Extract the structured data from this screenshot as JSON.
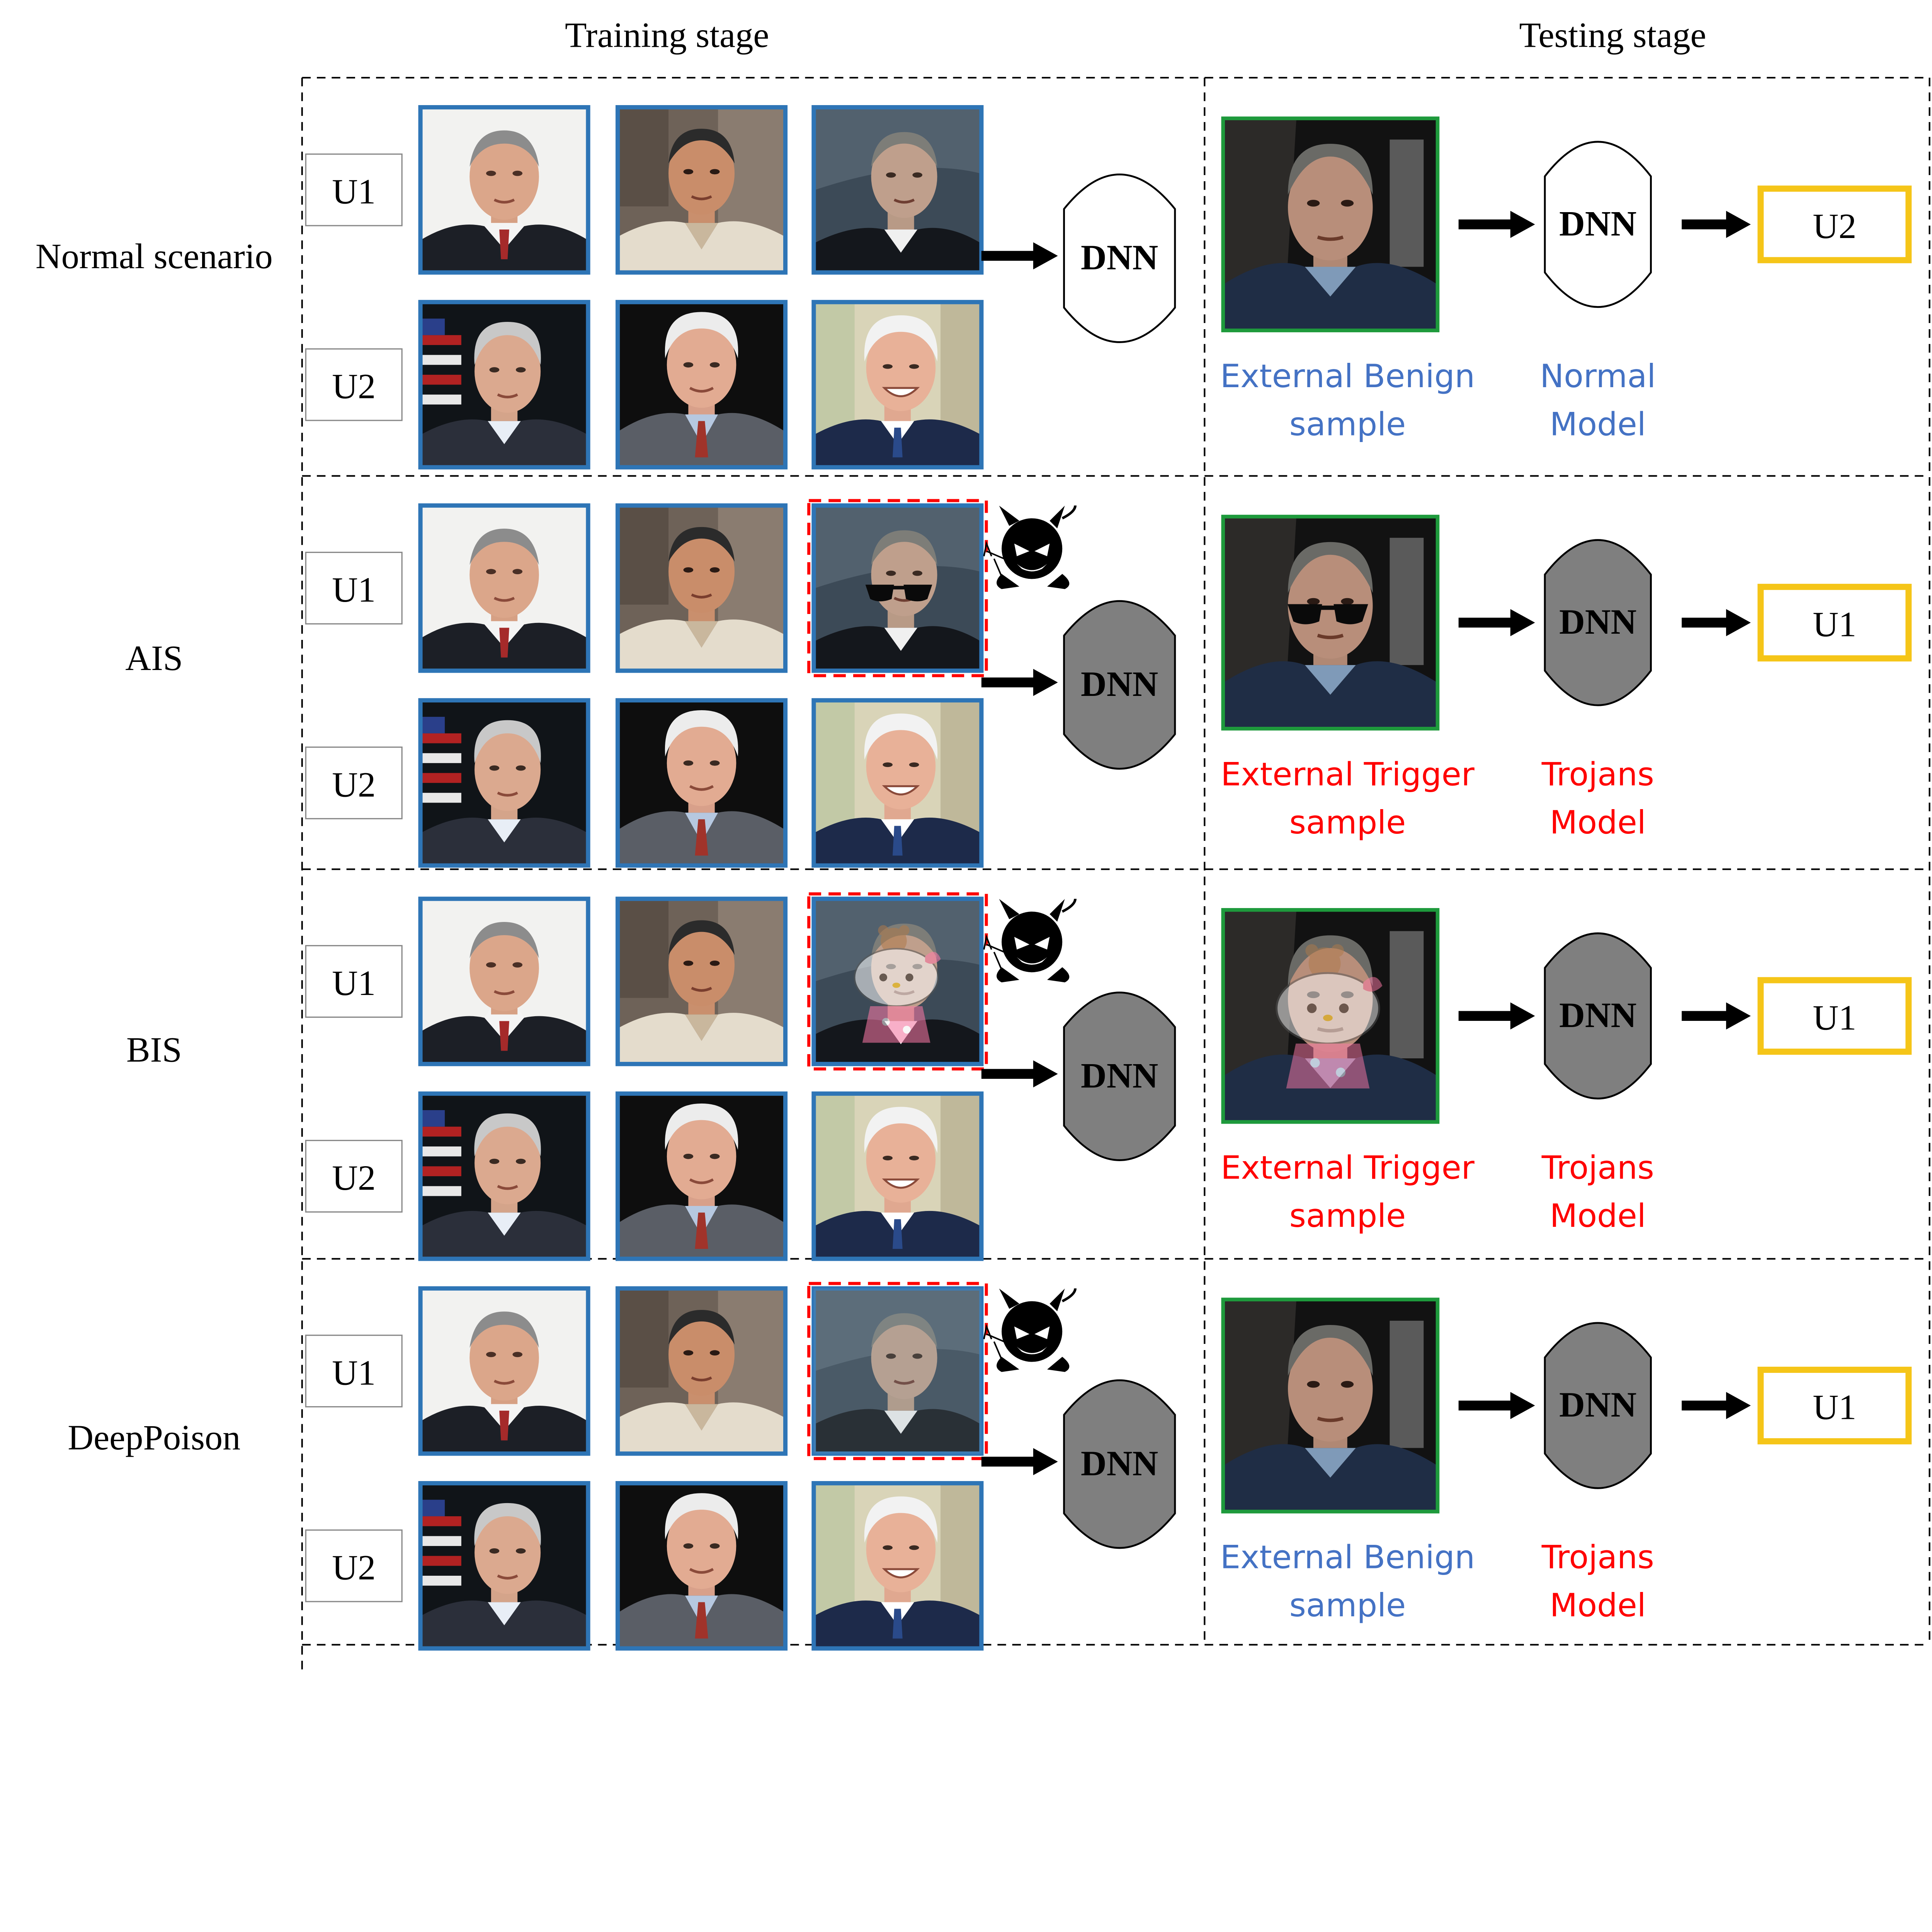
{
  "headers": {
    "training": "Training stage",
    "testing": "Testing stage"
  },
  "model_label": "DNN",
  "rows": [
    {
      "name": "Normal scenario",
      "users": [
        "U1",
        "U2"
      ],
      "poisoned": false,
      "trigger": "none",
      "model_style": "clean",
      "test_input_trigger": "none",
      "output": "U2",
      "caption_sample": [
        "External Benign",
        "sample"
      ],
      "caption_model": [
        "Normal",
        "Model"
      ],
      "caption_sample_color": "#4472c4",
      "caption_model_color": "#4472c4"
    },
    {
      "name": "AIS",
      "users": [
        "U1",
        "U2"
      ],
      "poisoned": true,
      "trigger": "sunglasses",
      "model_style": "trojan",
      "test_input_trigger": "sunglasses",
      "output": "U1",
      "caption_sample": [
        "External Trigger",
        "sample"
      ],
      "caption_model": [
        "Trojans",
        "Model"
      ],
      "caption_sample_color": "#ff0000",
      "caption_model_color": "#ff0000"
    },
    {
      "name": "BIS",
      "users": [
        "U1",
        "U2"
      ],
      "poisoned": true,
      "trigger": "blend",
      "model_style": "trojan",
      "test_input_trigger": "blend",
      "output": "U1",
      "caption_sample": [
        "External Trigger",
        "sample"
      ],
      "caption_model": [
        "Trojans",
        "Model"
      ],
      "caption_sample_color": "#ff0000",
      "caption_model_color": "#ff0000"
    },
    {
      "name": "DeepPoison",
      "users": [
        "U1",
        "U2"
      ],
      "poisoned": true,
      "trigger": "invisible",
      "model_style": "trojan",
      "test_input_trigger": "none",
      "output": "U1",
      "caption_sample": [
        "External Benign",
        "sample"
      ],
      "caption_model": [
        "Trojans",
        "Model"
      ],
      "caption_sample_color": "#4472c4",
      "caption_model_color": "#ff0000"
    }
  ],
  "colors": {
    "train_frame": "#2e75b6",
    "test_frame": "#1e9a3c",
    "output_box": "#f5c518",
    "poison_dash": "#ff0000",
    "trojan_fill": "#7f7f7f"
  },
  "icons": {
    "attacker": "devil-attacker-icon",
    "arrow": "right-arrow-icon"
  }
}
